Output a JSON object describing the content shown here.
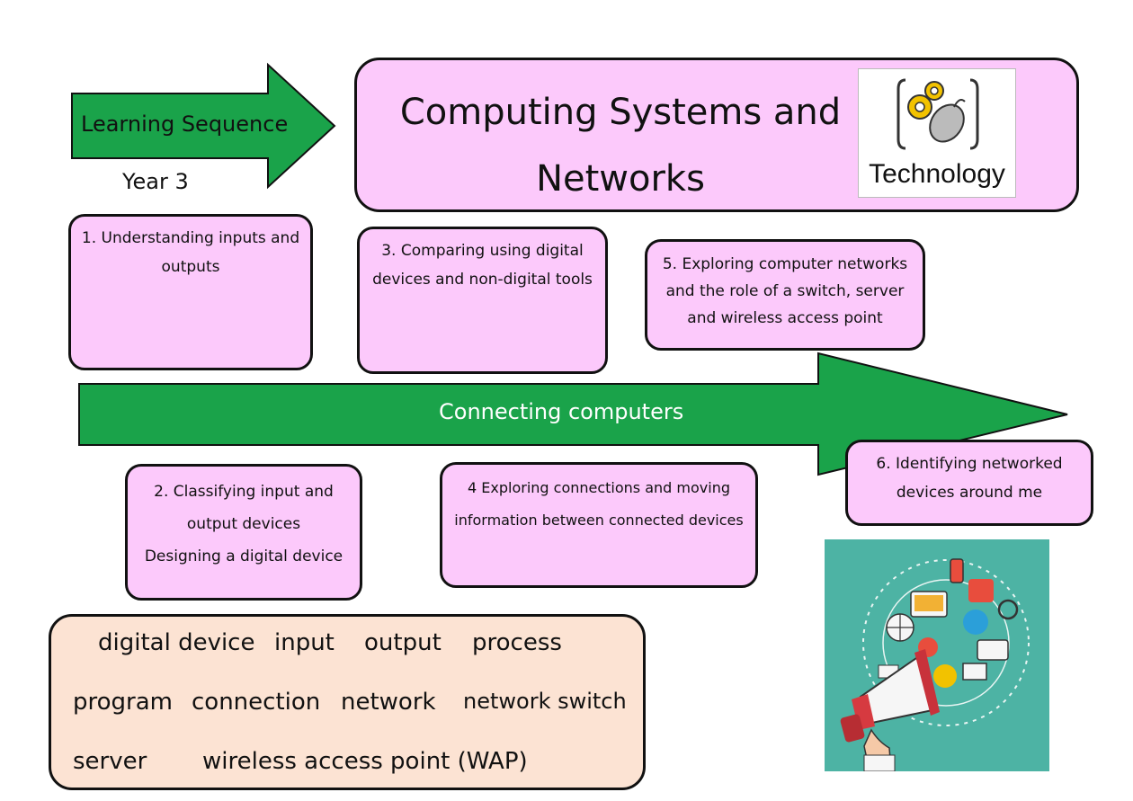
{
  "header": {
    "sequence_label": "Learning Sequence",
    "year": "Year 3",
    "title_line1": "Computing Systems and",
    "title_line2": "Networks",
    "logo_label": "Technology"
  },
  "main_arrow": {
    "label": "Connecting computers",
    "color": "#1aa34a"
  },
  "lessons": [
    {
      "number": "1.",
      "lines": [
        "1. Understanding inputs and",
        "outputs"
      ]
    },
    {
      "number": "2.",
      "lines": [
        "2. Classifying input and",
        "output devices",
        "Designing a digital device"
      ]
    },
    {
      "number": "3.",
      "lines": [
        "3. Comparing using digital",
        "devices and non-digital tools"
      ]
    },
    {
      "number": "4",
      "lines": [
        "4 Exploring connections and moving",
        "information between connected devices"
      ]
    },
    {
      "number": "5.",
      "lines": [
        "5. Exploring computer networks",
        "and the role of a switch, server",
        "and wireless access point"
      ]
    },
    {
      "number": "6.",
      "lines": [
        "6. Identifying networked",
        "devices around me"
      ]
    }
  ],
  "vocabulary": {
    "row1": [
      "digital device",
      "input",
      "output",
      "process"
    ],
    "row2": [
      "program",
      "connection",
      "network",
      "network switch"
    ],
    "row3": [
      "server",
      "wireless access point (WAP)"
    ]
  },
  "colors": {
    "lesson_box": "#fcc9fb",
    "vocab_box": "#fce3d3",
    "arrow": "#1aa34a",
    "illustration_bg": "#4db3a4"
  },
  "icons": [
    "gears-icon",
    "mouse-icon",
    "megaphone-icon"
  ]
}
